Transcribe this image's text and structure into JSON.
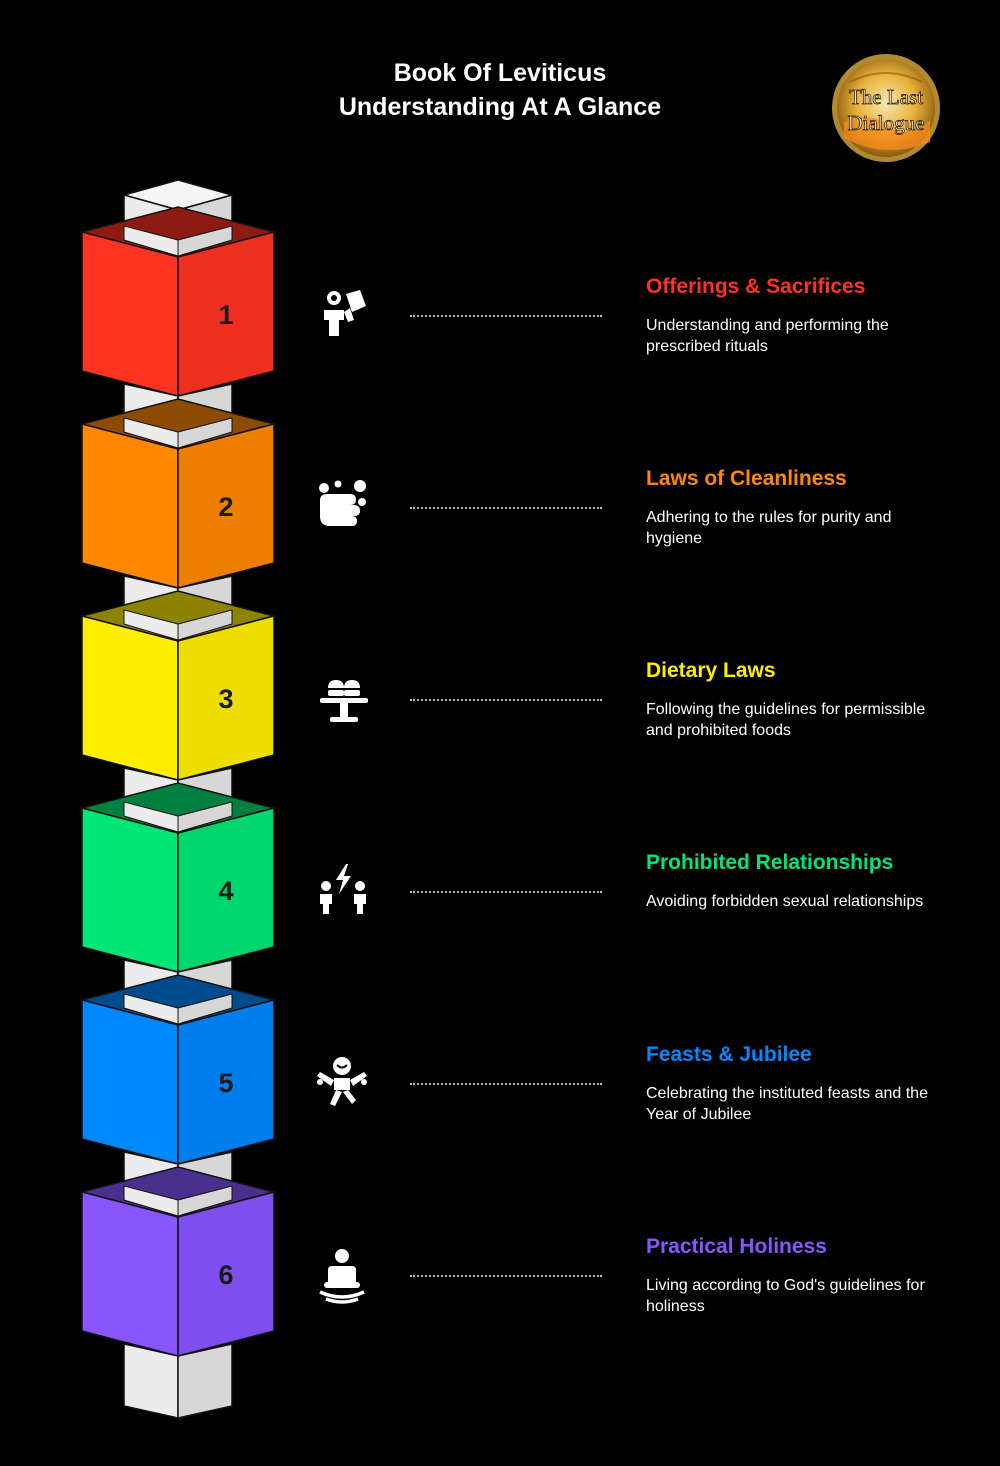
{
  "header": {
    "title_line1": "Book Of Leviticus",
    "title_line2": "Understanding At A Glance"
  },
  "logo": {
    "line1": "The Last",
    "line2": "Dialogue"
  },
  "colors": {
    "background": "#000000",
    "connector_light": "#ececec",
    "connector_shade": "#d7d7d7"
  },
  "items": [
    {
      "number": "1",
      "title": "Offerings & Sacrifices",
      "description": "Understanding and performing the prescribed rituals",
      "color": "#ff3322",
      "icon": "person-offering-icon"
    },
    {
      "number": "2",
      "title": "Laws of Cleanliness",
      "description": "Adhering to the rules for purity and hygiene",
      "color": "#ff8800",
      "icon": "hand-washing-icon"
    },
    {
      "number": "3",
      "title": "Dietary Laws",
      "description": "Following the guidelines for permissible and prohibited foods",
      "color": "#ffee00",
      "icon": "food-table-icon"
    },
    {
      "number": "4",
      "title": "Prohibited Relationships",
      "description": "Avoiding forbidden sexual relationships",
      "color": "#00e676",
      "icon": "relationship-conflict-icon"
    },
    {
      "number": "5",
      "title": "Feasts & Jubilee",
      "description": "Celebrating the instituted feasts and the Year of Jubilee",
      "color": "#0088ff",
      "icon": "celebration-icon"
    },
    {
      "number": "6",
      "title": "Practical Holiness",
      "description": "Living according to God's guidelines for holiness",
      "color": "#8855ff",
      "icon": "meditation-icon"
    }
  ]
}
